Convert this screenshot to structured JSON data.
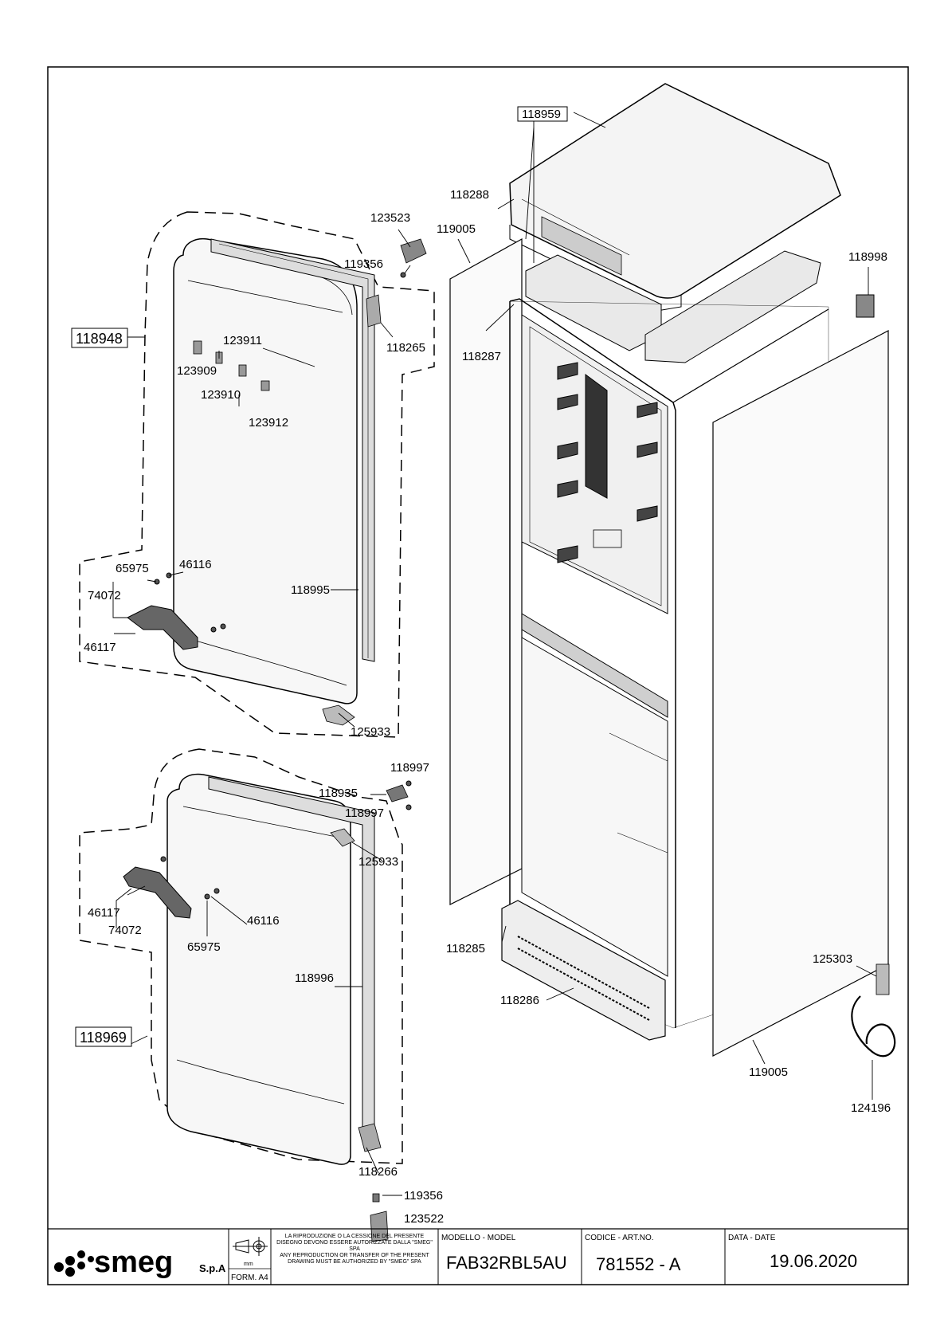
{
  "drawing": {
    "assembly_labels": {
      "upper_door": "118948",
      "lower_door": "118969",
      "top_cover": "118959"
    },
    "part_labels": {
      "p123523": "123523",
      "p119356_top": "119356",
      "p118265": "118265",
      "p123911": "123911",
      "p123909": "123909",
      "p123910": "123910",
      "p123912": "123912",
      "p65975_top": "65975",
      "p46116_top": "46116",
      "p74072_top": "74072",
      "p46117_top": "46117",
      "p118995": "118995",
      "p125933_top": "125933",
      "p118288": "118288",
      "p119005_left": "119005",
      "p118287": "118287",
      "p118998": "118998",
      "p118997_a": "118997",
      "p118935": "118935",
      "p118997_b": "118997",
      "p125933_bottom": "125933",
      "p46117_bottom": "46117",
      "p74072_bottom": "74072",
      "p46116_bottom": "46116",
      "p65975_bottom": "65975",
      "p118996": "118996",
      "p118266": "118266",
      "p119356_bottom": "119356",
      "p123522": "123522",
      "p118285": "118285",
      "p118286": "118286",
      "p125303": "125303",
      "p119005_right": "119005",
      "p124196": "124196"
    }
  },
  "title_block": {
    "brand": "smeg",
    "brand_suffix": "S.p.A",
    "format": "FORM. A4",
    "unit": "mm",
    "notice_it": "LA RIPRODUZIONE O LA CESSIONE DEL PRESENTE DISEGNO DEVONO ESSERE AUTORIZZATE DALLA \"SMEG\" SPA",
    "notice_en": "ANY REPRODUCTION OR TRANSFER OF THE PRESENT DRAWING MUST BE AUTHORIZED BY \"SMEG\" SPA",
    "model_label": "MODELLO - MODEL",
    "model_value": "FAB32RBL5AU",
    "code_label": "CODICE - ART.NO.",
    "code_value": "781552 - A",
    "date_label": "DATA - DATE",
    "date_value": "19.06.2020"
  },
  "colors": {
    "ink": "#000000",
    "paper": "#ffffff",
    "panel": "#f2f2f2"
  }
}
